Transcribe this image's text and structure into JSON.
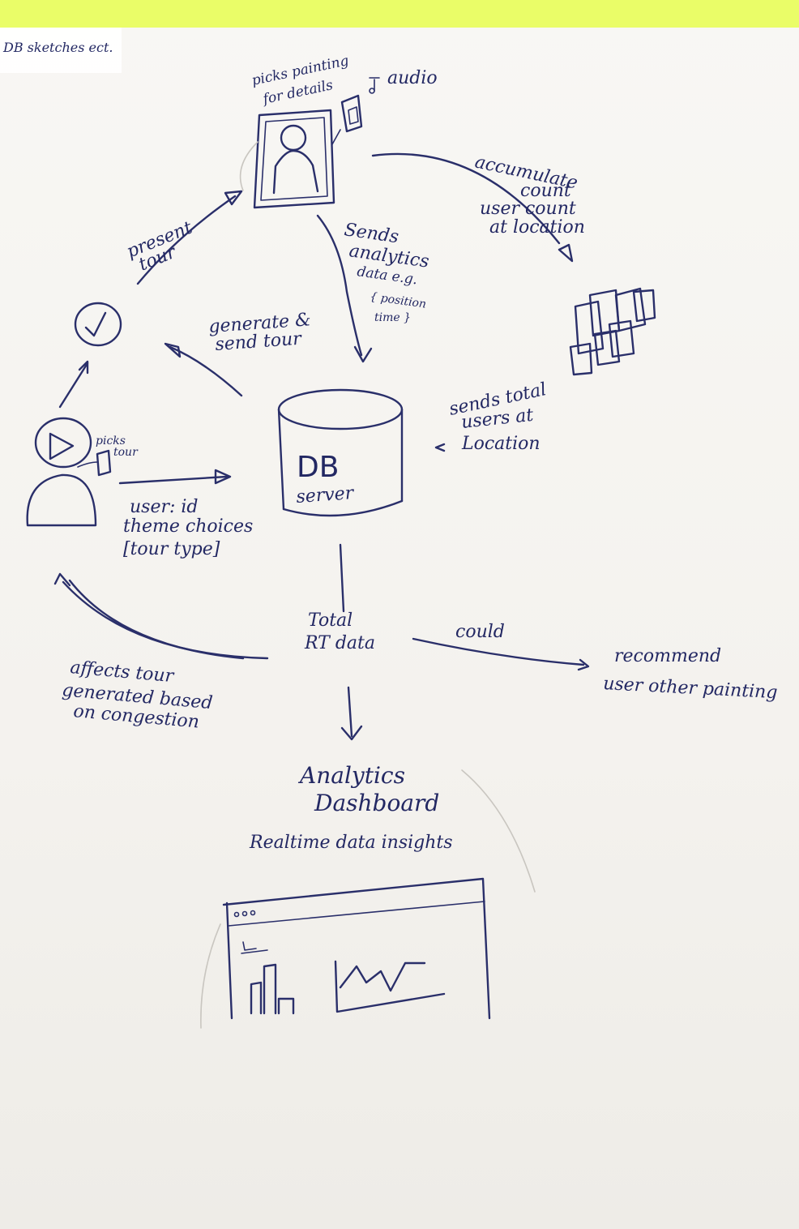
{
  "note_header": "DB sketches ect.",
  "colors": {
    "ink": "#2a2f6a",
    "paper": "#f7f5f1",
    "highlighter": "#e6ff3a"
  },
  "nodes": {
    "painting": {
      "label_line1": "picks painting",
      "label_line2": "for details",
      "icon": "framed-portrait-icon"
    },
    "audio": {
      "label": "audio",
      "icon": "music-note-icon"
    },
    "people_group": {
      "icon": "crowd-of-people-icon"
    },
    "db_server": {
      "line1": "DB",
      "line2": "server",
      "icon": "database-cylinder-icon"
    },
    "user": {
      "picks_label_line1": "picks",
      "picks_label_line2": "tour",
      "icon": "user-with-phone-icon"
    },
    "tour_clock": {
      "icon": "clock-icon"
    },
    "realtime": {
      "line1": "Total",
      "line2": "RT data"
    },
    "dashboard": {
      "line1": "Analytics",
      "line2": "Dashboard",
      "line3": "Realtime data insights",
      "icon": "browser-window-with-charts-icon"
    },
    "recommend": {
      "line1": "recommend",
      "line2": "user other painting"
    }
  },
  "edges": {
    "present_tour": {
      "line1": "present",
      "line2": "tour"
    },
    "generate_send": {
      "line1": "generate &",
      "line2": "send tour"
    },
    "sends_analytics": {
      "line1": "Sends",
      "line2": "analytics",
      "line3": "data e.g.",
      "line4": "{ position",
      "line5": "time }"
    },
    "accumulate": {
      "line1": "accumulate",
      "line2": "count",
      "line3": "user count",
      "line4": "at location"
    },
    "sends_total": {
      "line1": "sends total",
      "line2": "users at",
      "line3": "Location"
    },
    "user_choices": {
      "line1": "user: id",
      "line2": "theme choices",
      "line3": "[tour type]"
    },
    "could": {
      "label": "could"
    },
    "affects_tour": {
      "line1": "affects tour",
      "line2": "generated based",
      "line3": "on congestion"
    }
  }
}
